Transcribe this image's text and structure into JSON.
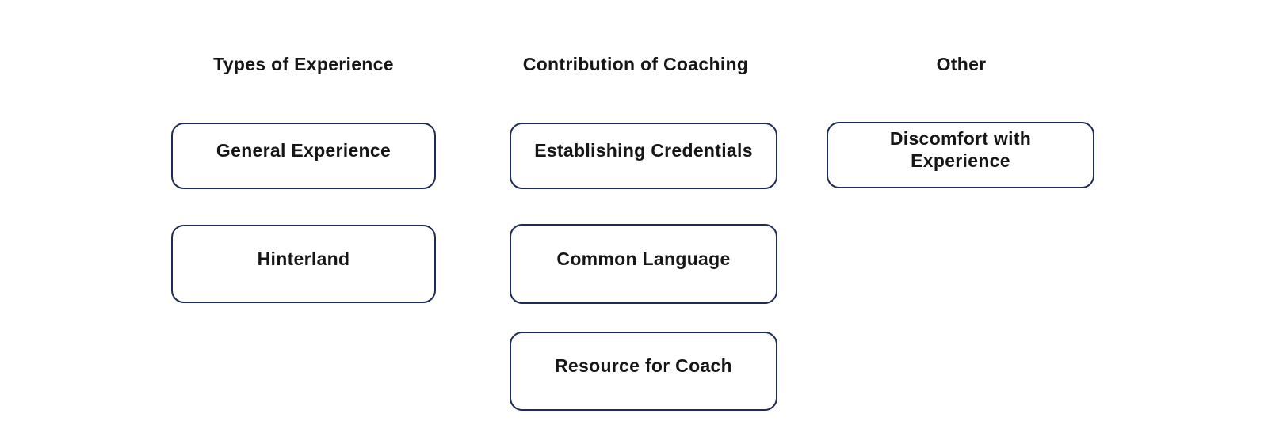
{
  "diagram": {
    "background": "#ffffff",
    "border_color": "#1e2b55",
    "text_color": "#161616",
    "columns": [
      {
        "header": "Types of Experience",
        "boxes": [
          {
            "label": "General Experience"
          },
          {
            "label": "Hinterland"
          }
        ]
      },
      {
        "header": "Contribution of Coaching",
        "boxes": [
          {
            "label": "Establishing Credentials"
          },
          {
            "label": "Common Language"
          },
          {
            "label": "Resource for Coach"
          }
        ]
      },
      {
        "header": "Other",
        "boxes": [
          {
            "label": "Discomfort with Experience"
          }
        ]
      }
    ]
  }
}
